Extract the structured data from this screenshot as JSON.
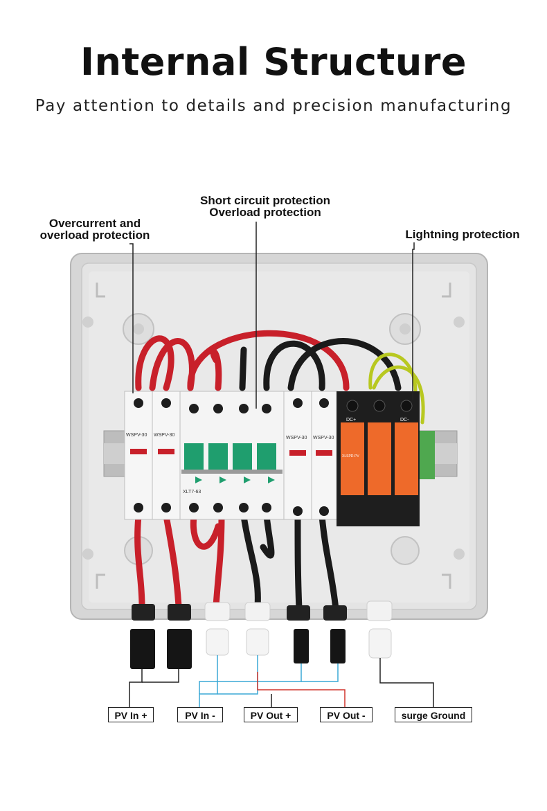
{
  "header": {
    "title": "Internal Structure",
    "subtitle": "Pay attention to details and precision manufacturing"
  },
  "callouts": {
    "overcurrent": [
      "Overcurrent and",
      "overload protection"
    ],
    "short_circuit": [
      "Short circuit protection",
      "Overload protection"
    ],
    "lightning": "Lightning protection"
  },
  "components": {
    "fuse_label_1": "WSPV-30",
    "fuse_label_2": "WSPV-30",
    "fuse_label_3": "WSPV-30",
    "fuse_label_4": "WSPV-30",
    "breaker_label": "XLT7-63",
    "spd_label": "XLSPD-PV",
    "spd_dc_plus": "DC+",
    "spd_dc_minus": "DC-"
  },
  "port_labels": [
    "PV In +",
    "PV In -",
    "PV Out +",
    "PV Out -",
    "surge Ground"
  ],
  "colors": {
    "wire_red": "#c8202a",
    "wire_black": "#1a1a1a",
    "wire_yellow_green": "#b8c820",
    "spd_orange": "#ee6a2a",
    "breaker_green": "#1f9e6e",
    "leader_blue": "#3aa8d6",
    "leader_red": "#d0342c",
    "enclosure_grey": "#dcdcdc"
  }
}
